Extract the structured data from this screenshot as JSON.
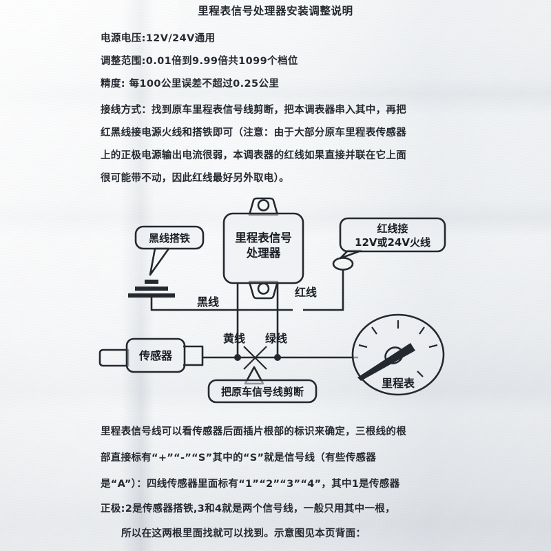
{
  "document": {
    "title": "里程表信号处理器安装调整说明",
    "specs": [
      "电源电压:12V/24V通用",
      "调整范围:0.01倍到9.99倍共1099个档位",
      "精度: 每100公里误差不超过0.25公里"
    ],
    "wiring_paragraph": [
      "接线方式：找到原车里程表信号线剪断，把本调表器串入其中，再把",
      "红黑线接电源火线和搭铁即可（注意：由于大部分原车里程表传感器",
      "上的正极电源输出电流很弱，本调表器的红线如果直接并联在它上面",
      "很可能带不动，因此红线最好另外取电）。"
    ],
    "bottom_paragraph": [
      "里程表信号线可以看传感器后面插片根部的标识来确定，三根线的根",
      "部直接标有“+”“-”“S”其中的“S”就是信号线（有些传感器",
      "是“A”）：四线传感器里面标有“1”“2”“3”“4”，其中1是传感器",
      "正极:2是传感器搭铁,3和4就是两个信号线，一般只用其中一根，",
      "所以在这两根里面找就可以找到。示意图见本页背面："
    ]
  },
  "diagram": {
    "processor_box": {
      "line1": "里程表信号",
      "line2": "处理器"
    },
    "callouts": [
      {
        "id": "black-ground",
        "text": "黑线搭铁"
      },
      {
        "id": "red-power",
        "line1": "红线接",
        "line2": "12V或24V火线"
      },
      {
        "id": "cut-signal",
        "text": "把原车信号线剪断"
      }
    ],
    "wire_labels": [
      {
        "id": "black-wire",
        "text": "黑线"
      },
      {
        "id": "red-wire",
        "text": "红线"
      },
      {
        "id": "yellow-wire",
        "text": "黄线"
      },
      {
        "id": "green-wire",
        "text": "绿线"
      }
    ],
    "sensor_label": "传感器",
    "gauge_label": "里程表"
  },
  "colors": {
    "paper": "#e9ecef",
    "ink": "#24282f",
    "title_ink": "#23272e"
  }
}
